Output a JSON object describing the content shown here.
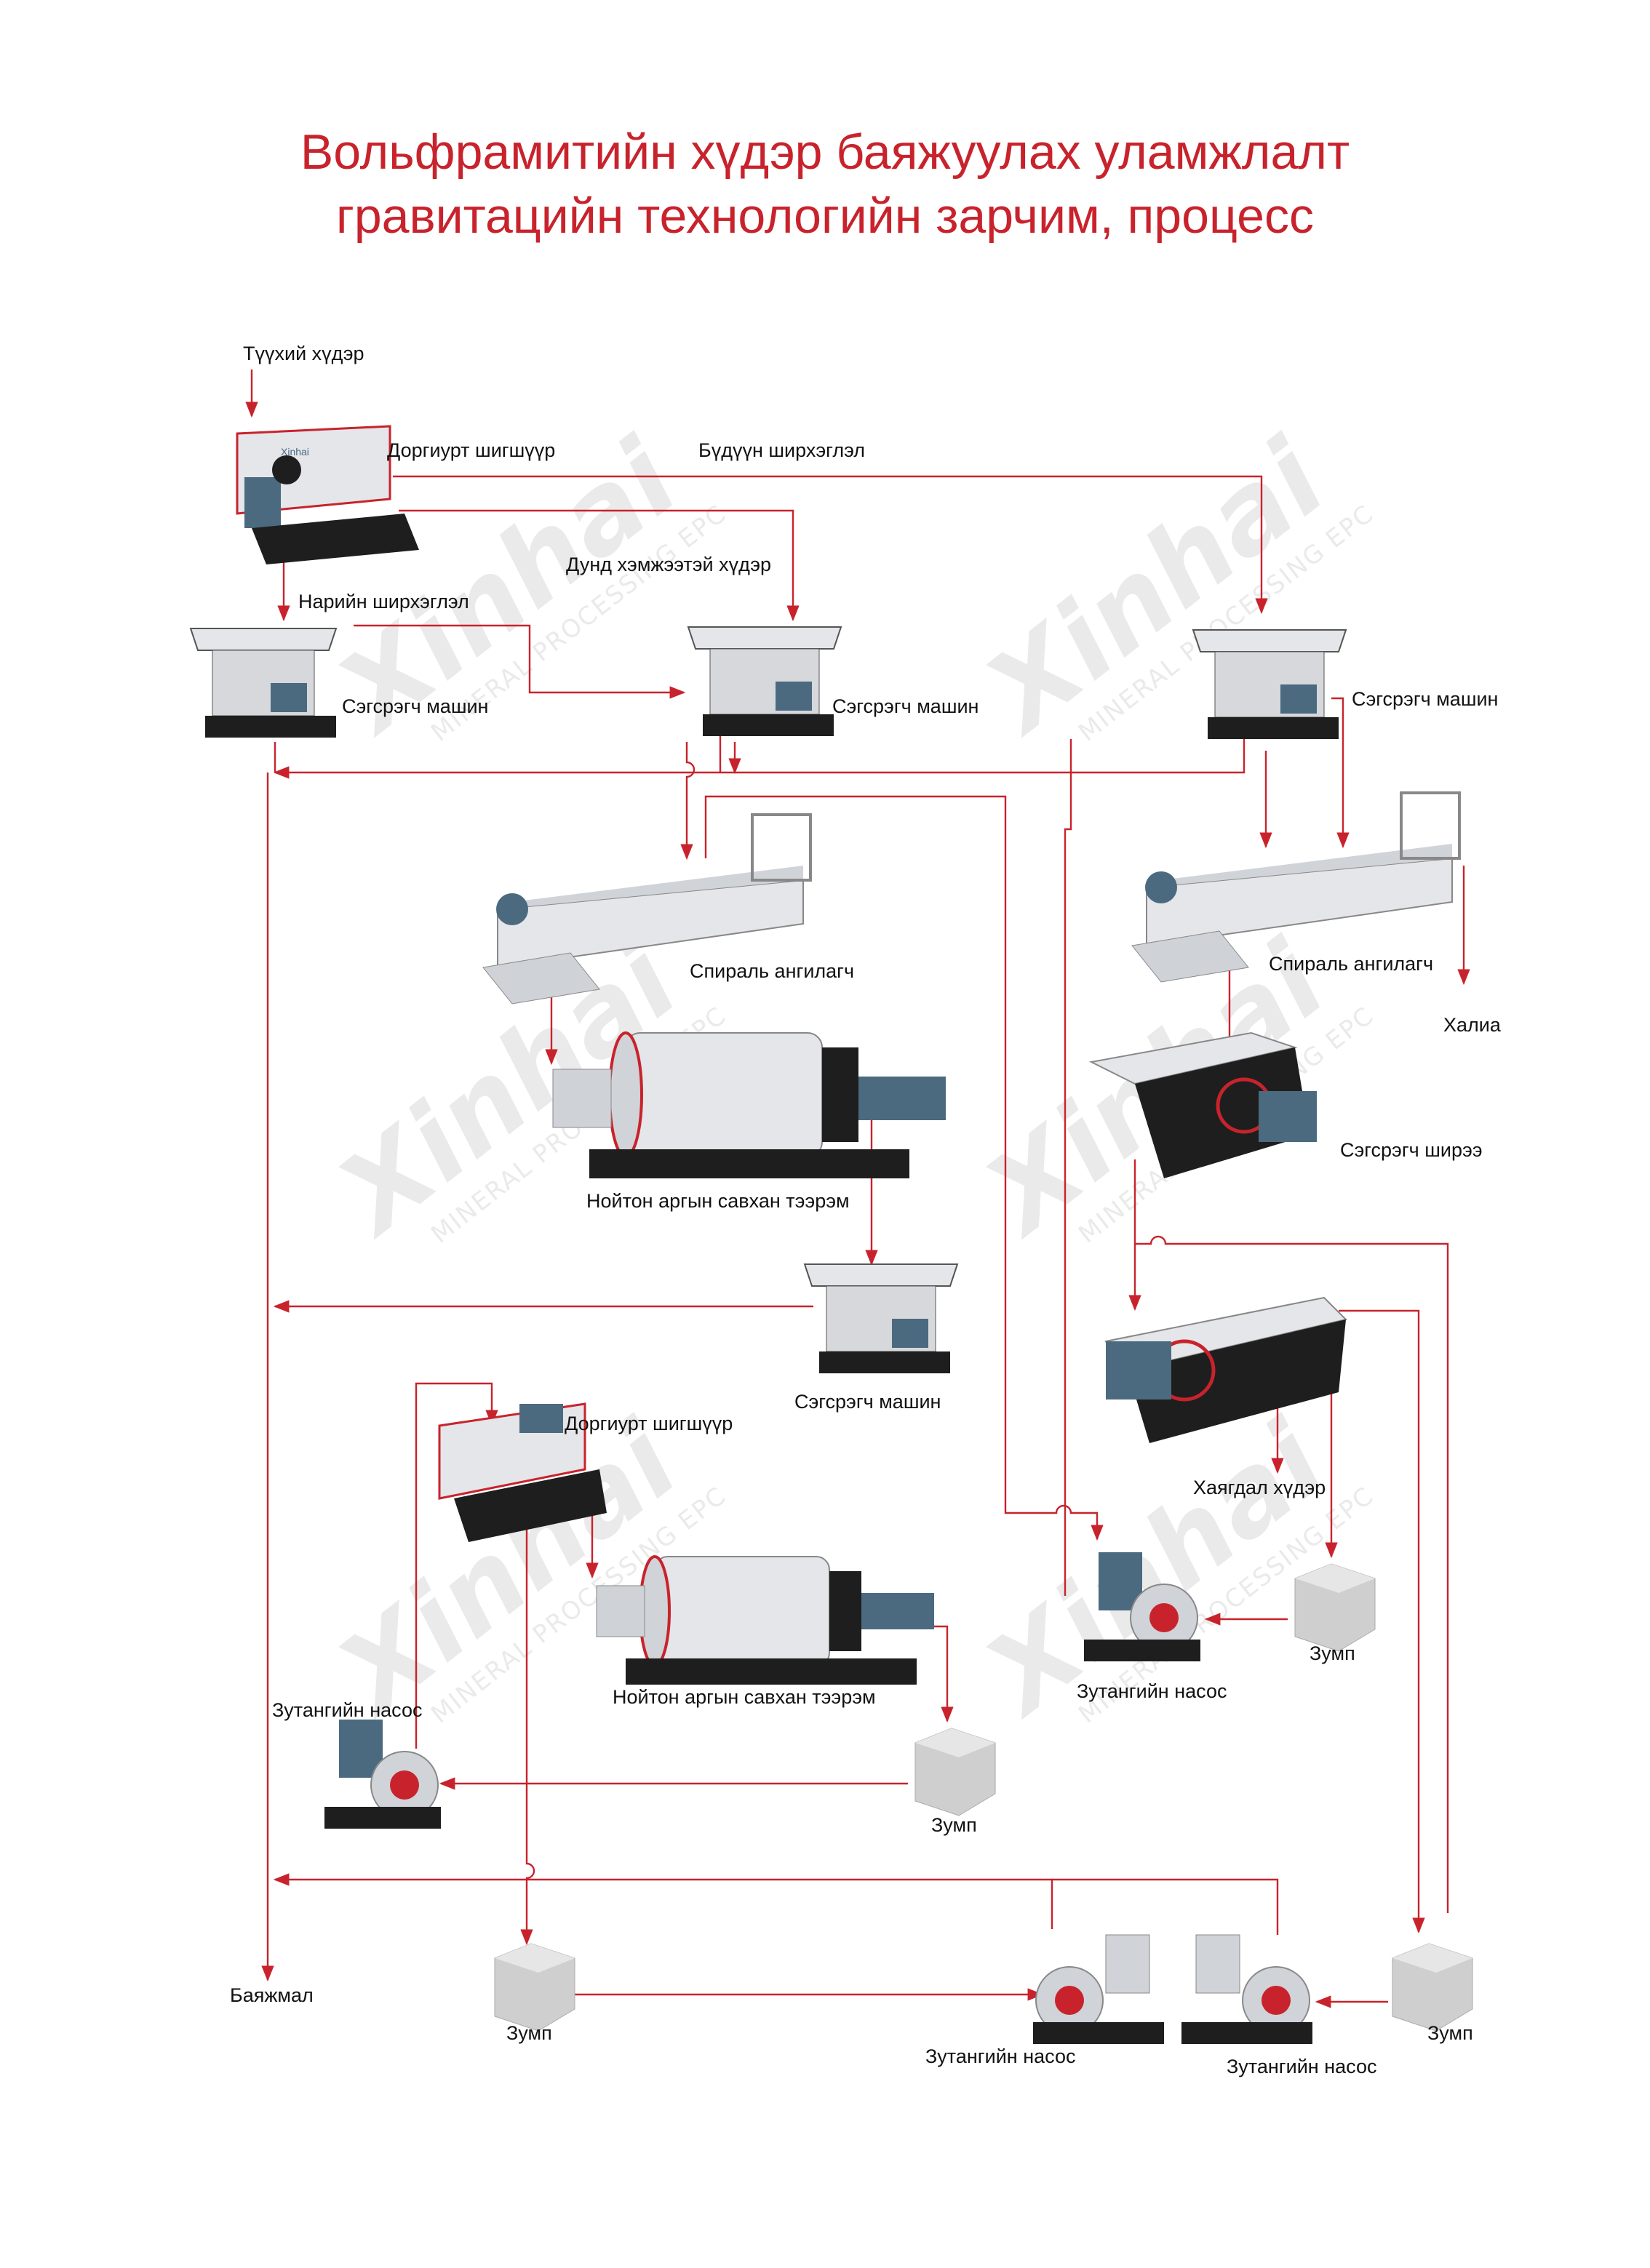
{
  "title": {
    "line1": "Вольфрамитийн хүдэр баяжуулах уламжлалт",
    "line2": "гравитацийн технологийн зарчим, процесс"
  },
  "labels": {
    "raw_ore": "Түүхий хүдэр",
    "vibrating_screen_1": "Доргиурт шигшүүр",
    "coarse_fraction": "Бүдүүн ширхэглэл",
    "medium_ore": "Дунд хэмжээтэй хүдэр",
    "fine_fraction": "Нарийн ширхэглэл",
    "jig_1": "Сэгсрэгч машин",
    "jig_2": "Сэгсрэгч машин",
    "jig_3": "Сэгсрэгч машин",
    "spiral_1": "Спираль ангилагч",
    "spiral_2": "Спираль ангилагч",
    "tailings": "Халиа",
    "ball_mill_1": "Нойтон аргын савхан тээрэм",
    "shaking_table_1": "Сэгсрэгч ширээ",
    "jig_4": "Сэгсрэгч машин",
    "vibrating_screen_2": "Доргиурт шигшүүр",
    "waste_ore": "Хаягдал хүдэр",
    "ball_mill_2": "Нойтон аргын савхан тээрэм",
    "sump_1": "Зумп",
    "slurry_pump_1": "Зутангийн насос",
    "slurry_pump_2": "Зутангийн насос",
    "sump_2": "Зумп",
    "concentrate": "Баяжмал",
    "sump_3": "Зумп",
    "slurry_pump_3": "Зутангийн насос",
    "slurry_pump_4": "Зутангийн насос",
    "sump_4": "Зумп"
  },
  "watermark": {
    "brand": "Xinhai",
    "tagline": "MINERAL PROCESSING EPC"
  },
  "colors": {
    "accent": "#c8232c",
    "machine_body": "#e4e6ea",
    "machine_frame": "#1e1e1e",
    "motor": "#4b6a80",
    "sump": "#cfcfcf"
  }
}
